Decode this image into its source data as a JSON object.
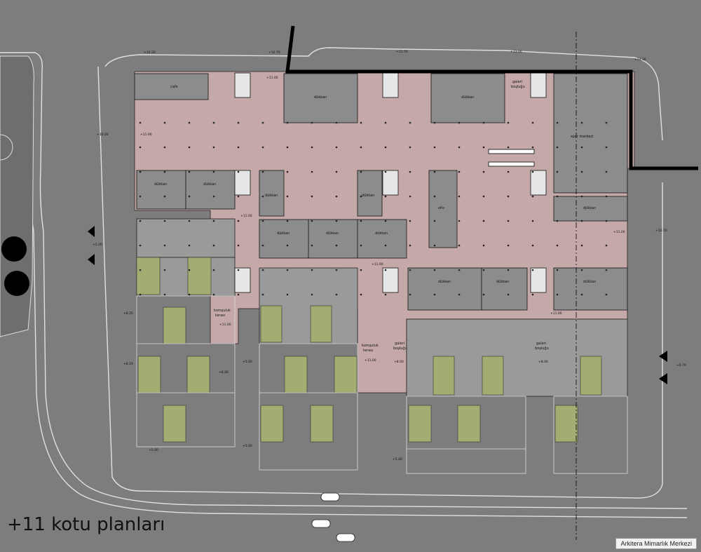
{
  "caption": "+11 kotu planları",
  "credit": "Arkitera Mimarlık Merkezi",
  "colors": {
    "background": "#7d7d7d",
    "corridor": "#c5a9a9",
    "room": "#8a8a8a",
    "terrace": "#a3ad72",
    "line": "#202020",
    "white_line": "#e9e9e9"
  },
  "rooms": {
    "cafe": "cafe",
    "dukkan": "dükkan",
    "spor": "spor merkezi",
    "ofis": "ofis",
    "galeri": "galeri",
    "bosluk": "boşluğu",
    "komsuluk": "komşuluk",
    "teras": "terası"
  },
  "levels": {
    "l1030": "+10.30",
    "l1070": "+10.70",
    "l1170": "+11.70",
    "l1300": "+13.00",
    "l1430": "+14.30",
    "l1000": "+10.00",
    "l1100": "+11.00",
    "l520": "+5.20",
    "l825": "+8.25",
    "l819": "+8.19",
    "l800": "+8.00",
    "l500": "+5.00",
    "l1070b": "+10.70",
    "l670": "+6.70"
  }
}
